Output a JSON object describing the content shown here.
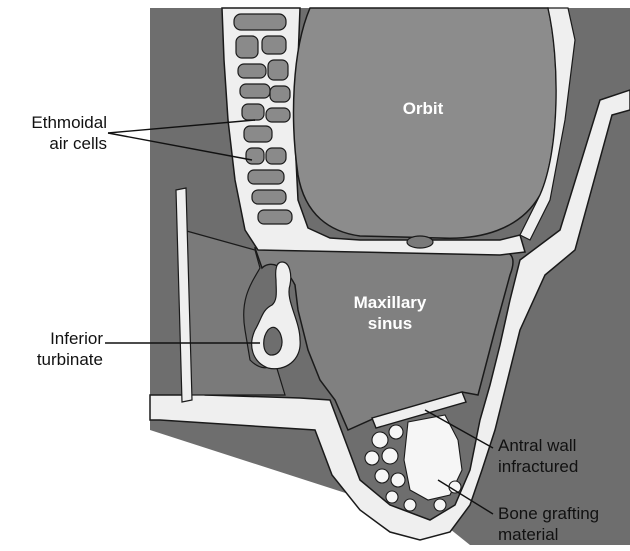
{
  "figure": {
    "labels": {
      "ethmoidal_line1": "Ethmoidal",
      "ethmoidal_line2": "air cells",
      "inferior_line1": "Inferior",
      "inferior_line2": "turbinate",
      "antral_line1": "Antral wall",
      "antral_line2": "infractured",
      "graft_line1": "Bone grafting",
      "graft_line2": "material"
    },
    "regions": {
      "orbit": "Orbit",
      "sinus_line1": "Maxillary",
      "sinus_line2": "sinus"
    },
    "colors": {
      "soft_tissue": "#6e6e6e",
      "cavity": "#808080",
      "orbit": "#8c8c8c",
      "bone": "#efefef",
      "outline": "#1a1a1a",
      "background": "#ffffff"
    }
  }
}
